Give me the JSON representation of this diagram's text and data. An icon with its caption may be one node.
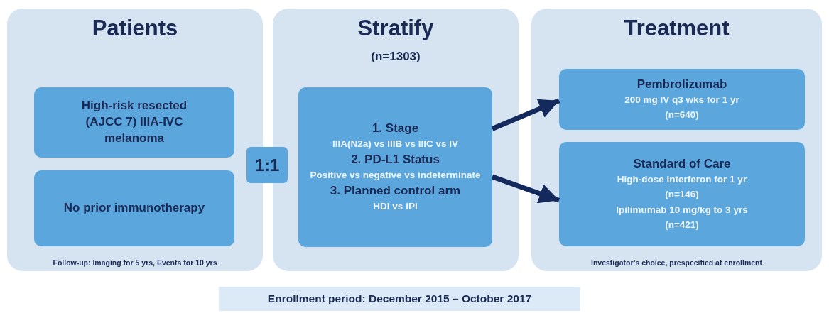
{
  "diagram": {
    "nodes": [
      {
        "text": [
          "Patients",
          "Follow-up: Imaging for 5 yrs, Events for 10 yrs"
        ]
      },
      {
        "text": [
          "High-risk resected (AJCC 7) IIIA-IVC melanoma"
        ],
        "in": 0
      },
      {
        "text": [
          "No prior immunotherapy"
        ],
        "in": 0
      },
      {
        "text": [
          "1:1"
        ]
      },
      {
        "text": [
          "Stratify",
          "(n=1303)"
        ]
      },
      {
        "text": [
          "1. Stage",
          "IIIA(N2a) vs IIIB vs IIIC vs IV",
          "2. PD-L1 Status",
          "Positive vs negative vs indeterminate",
          "3. Planned control arm",
          "HDI vs IPI"
        ],
        "in": 4
      },
      {
        "text": [
          "Treatment",
          "Investigator’s choice, prespecified at enrollment"
        ]
      },
      {
        "text": [
          "Pembrolizumab",
          "200 mg IV q3 wks for 1 yr",
          "(n=640)"
        ],
        "in": 6
      },
      {
        "text": [
          "Standard of Care",
          "High-dose interferon for 1 yr",
          "(n=146)",
          "Ipilimumab 10 mg/kg to 3 yrs",
          "(n=421)"
        ],
        "in": 6
      },
      {
        "text": [
          "Enrollment period: December 2015 – October 2017"
        ]
      }
    ],
    "edges": [
      {
        "from": 5,
        "to": 7,
        "arrow": "to"
      },
      {
        "from": 5,
        "to": 8,
        "arrow": "to"
      }
    ]
  }
}
